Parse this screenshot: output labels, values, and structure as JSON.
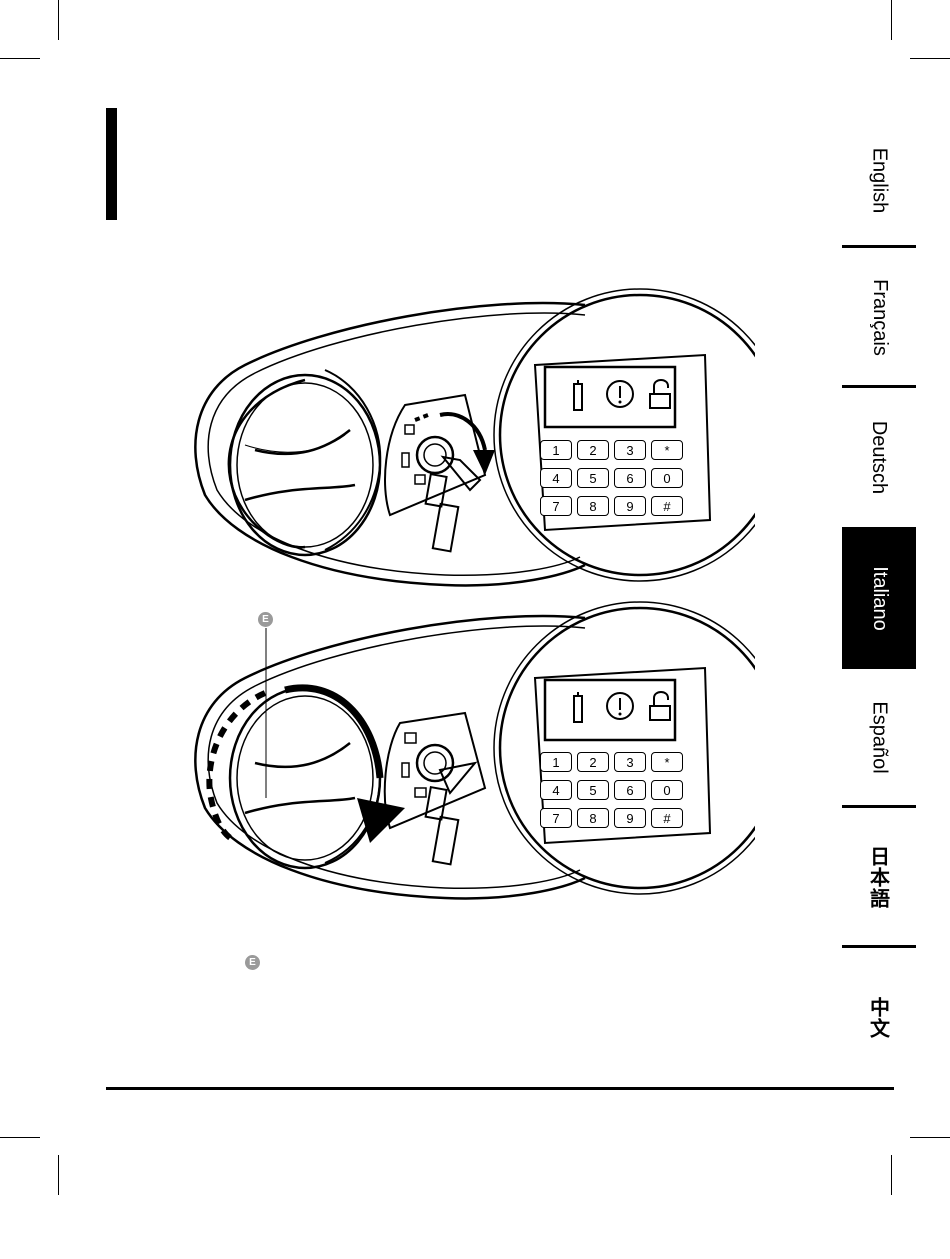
{
  "tabs": [
    {
      "label": "English",
      "active": false
    },
    {
      "label": "Français",
      "active": false
    },
    {
      "label": "Deutsch",
      "active": false
    },
    {
      "label": "Italiano",
      "active": true
    },
    {
      "label": "Español",
      "active": false
    },
    {
      "label": "日本語",
      "active": false
    },
    {
      "label": "中文",
      "active": false
    }
  ],
  "callouts": {
    "figure_marker": "E",
    "text_marker": "E"
  },
  "keypad": {
    "keys": [
      "1",
      "2",
      "3",
      "*",
      "4",
      "5",
      "6",
      "0",
      "7",
      "8",
      "9",
      "#"
    ]
  },
  "display": {
    "indicator_icons": [
      "battery-icon",
      "alert-icon",
      "unlocked-padlock-icon"
    ]
  }
}
